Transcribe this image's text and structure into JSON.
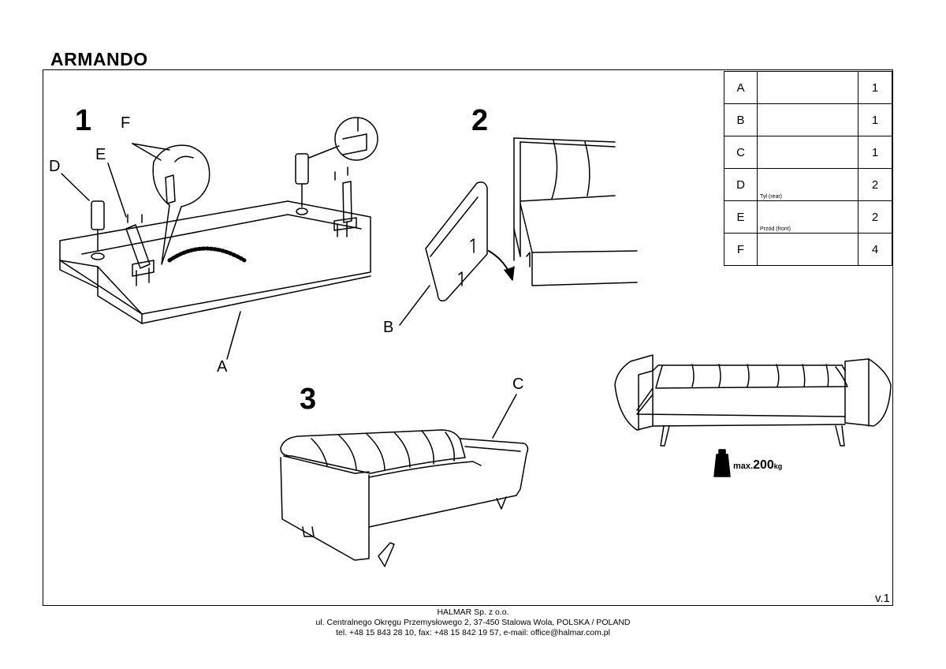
{
  "document": {
    "title": "ARMANDO",
    "version": "v.1"
  },
  "steps": [
    "1",
    "2",
    "3"
  ],
  "labels": {
    "A": "A",
    "B": "B",
    "C": "C",
    "D": "D",
    "E": "E",
    "F": "F"
  },
  "parts_table": [
    {
      "letter": "A",
      "note": "",
      "qty": "1"
    },
    {
      "letter": "B",
      "note": "",
      "qty": "1"
    },
    {
      "letter": "C",
      "note": "",
      "qty": "1"
    },
    {
      "letter": "D",
      "note": "Tył (rear)",
      "qty": "2"
    },
    {
      "letter": "E",
      "note": "Przód (front)",
      "qty": "2"
    },
    {
      "letter": "F",
      "note": "",
      "qty": "4"
    }
  ],
  "max_load": {
    "prefix": "max.",
    "value": "200",
    "unit": "kg"
  },
  "footer": {
    "company": "HALMAR Sp. z o.o.",
    "address": "ul. Centralnego Okręgu Przemysłowego 2, 37-450 Stalowa Wola, POLSKA / POLAND",
    "contact": "tel. +48 15 843 28 10, fax: +48 15 842 19 57, e-mail: office@halmar.com.pl"
  }
}
